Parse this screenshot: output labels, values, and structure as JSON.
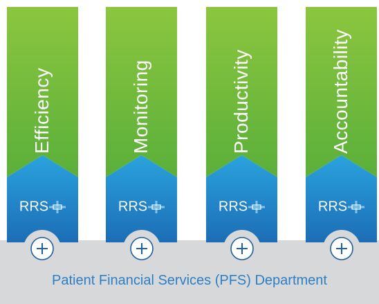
{
  "diagram": {
    "pillars": [
      {
        "label": "Efficiency",
        "badge": "RRS"
      },
      {
        "label": "Monitoring",
        "badge": "RRS"
      },
      {
        "label": "Productivity",
        "badge": "RRS"
      },
      {
        "label": "Accountability",
        "badge": "RRS"
      }
    ],
    "foundation": {
      "label": "Patient Financial Services (PFS) Department",
      "connector_icon": "plus-circle-icon"
    },
    "colors": {
      "green_top": "#8cc63f",
      "green_bottom": "#5aaf3a",
      "blue_top": "#2aa3dd",
      "blue_bottom": "#1c6db5",
      "foundation_bg": "#d7d8da",
      "foundation_text": "#2d7fc4",
      "badge_mark": "#7fc2ef"
    }
  }
}
